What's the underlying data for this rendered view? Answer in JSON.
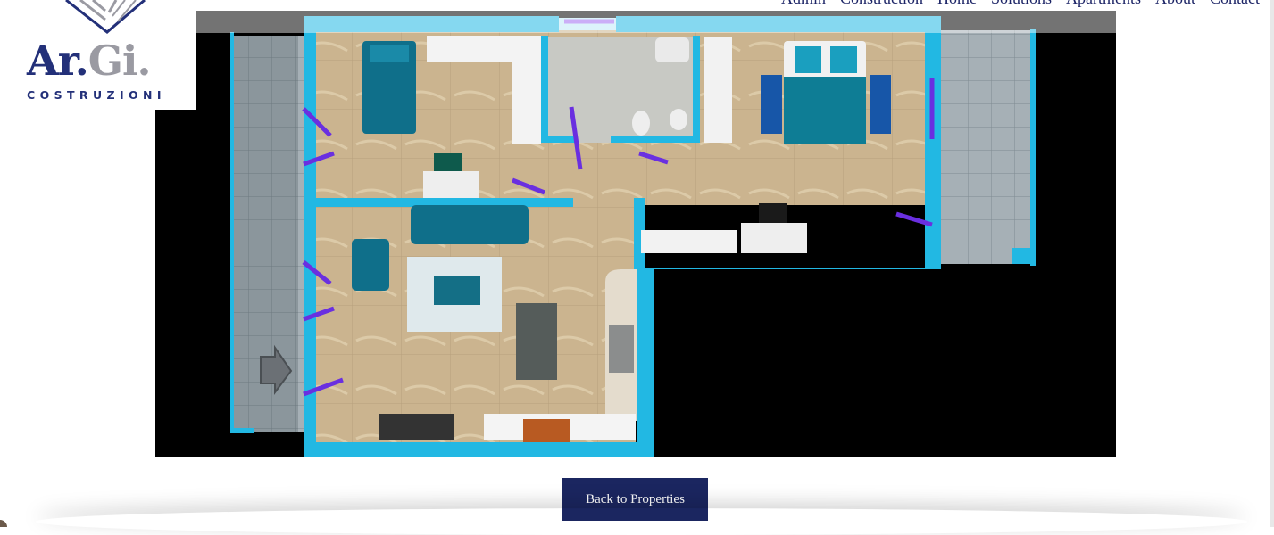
{
  "brand": {
    "name_part1": "Ar.",
    "name_part2": "Gi.",
    "tagline": "COSTRUZIONI"
  },
  "nav": {
    "items": [
      "Admin",
      "Construction",
      "Home",
      "Solutions",
      "Apartments",
      "About",
      "Contact"
    ]
  },
  "actions": {
    "back_label": "Back to Properties"
  },
  "colors": {
    "brand_navy": "#1b2660",
    "wall_cyan": "#22b8e3",
    "door_purple": "#6a2fe0",
    "floor_tan": "#cdb892",
    "balcony_gray": "#9ba6ad"
  },
  "icons": {
    "logo": "building-logo-icon",
    "entrance": "arrow-right-icon"
  }
}
